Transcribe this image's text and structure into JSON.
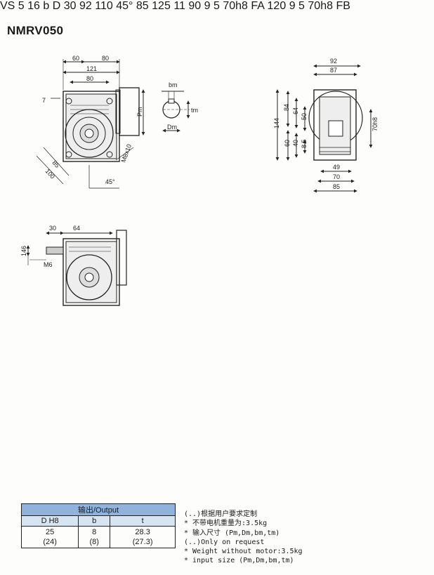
{
  "title": "NMRV050",
  "tags": {
    "vs": "VS",
    "fa": "FA",
    "fb": "FB"
  },
  "colors": {
    "tag_bg": "#2b6fbf",
    "table_header": "#8fb3da",
    "table_subheader": "#d7e4f2",
    "ink": "#1a1a1a"
  },
  "dims": {
    "d60": "60",
    "d80a": "80",
    "d121": "121",
    "d80b": "80",
    "d7": "7",
    "pm": "Pm",
    "d85a": "85",
    "d100": "100",
    "d45a": "45°",
    "m8x10": "M8x10",
    "bm": "bm",
    "tm": "tm",
    "dm": "Dm",
    "d92a": "92",
    "d87": "87",
    "d144": "144",
    "d84": "84",
    "d64": "64",
    "d50": "50",
    "d60b": "60",
    "d40": "40",
    "d85b": "8.5",
    "d70h8a": "70h8",
    "d49": "49",
    "d70": "70",
    "d85c": "85",
    "d30a": "30",
    "d64b": "64",
    "d146": "146",
    "m6": "M6",
    "d5a": "5",
    "d16": "16",
    "b": "b",
    "d": "D",
    "d30b": "30",
    "d92b": "92",
    "d110": "110",
    "d45b": "45°",
    "d85d": "85",
    "d125": "125",
    "d11": "11",
    "d90": "90",
    "d9a": "9",
    "d5b": "5",
    "d70h8b": "70h8",
    "d120": "120",
    "d9b": "9",
    "d5c": "5",
    "d70h8c": "70h8"
  },
  "output_table": {
    "header": "输出/Output",
    "cols": [
      "D H8",
      "b",
      "t"
    ],
    "rows": [
      {
        "d": "25",
        "d_alt": "(24)",
        "b": "8",
        "b_alt": "(8)",
        "t": "28.3",
        "t_alt": "(27.3)"
      }
    ]
  },
  "notes": [
    "(..)根据用户要求定制",
    "* 不带电机重量为:3.5kg",
    "* 输入尺寸 (Pm,Dm,bm,tm)",
    "(..)Only on request",
    "* Weight without motor:3.5kg",
    "* input size (Pm,Dm,bm,tm)"
  ]
}
